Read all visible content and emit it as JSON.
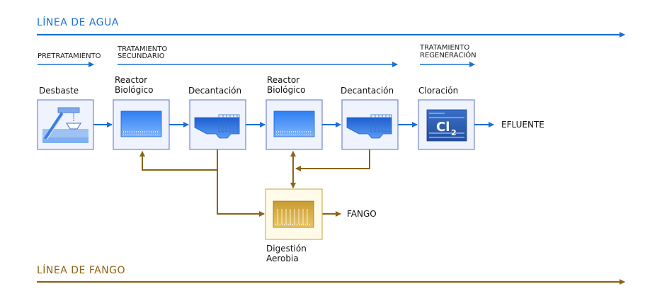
{
  "colors": {
    "water": "#1a6fd8",
    "sludge": "#8a6414",
    "box_border_blue": "#5b6cc8",
    "box_bg_blue": "#eef3fd",
    "box_border_gold": "#c9a13a",
    "box_bg_gold": "#fffbe8"
  },
  "lines": {
    "water": "LÍNEA DE AGUA",
    "sludge": "LÍNEA DE FANGO"
  },
  "stages": {
    "pretreatment": "PRETRATAMIENTO",
    "secondary": {
      "line1": "TRATAMIENTO",
      "line2": "SECUNDARIO"
    },
    "regeneration": {
      "line1": "TRATAMIENTO",
      "line2": "REGENERACIÓN"
    }
  },
  "processes": {
    "screening": "Desbaste",
    "reactor1": {
      "line1": "Reactor",
      "line2": "Biológico"
    },
    "settling1": "Decantación",
    "reactor2": {
      "line1": "Reactor",
      "line2": "Biológico"
    },
    "settling2": "Decantación",
    "chlorination": "Cloración",
    "digestion": {
      "line1": "Digestión",
      "line2": "Aerobia"
    }
  },
  "outputs": {
    "effluent": "EFLUENTE",
    "sludge": "FANGO"
  },
  "icons": {
    "chlorine": {
      "symbol": "Cl",
      "subscript": "2"
    }
  }
}
